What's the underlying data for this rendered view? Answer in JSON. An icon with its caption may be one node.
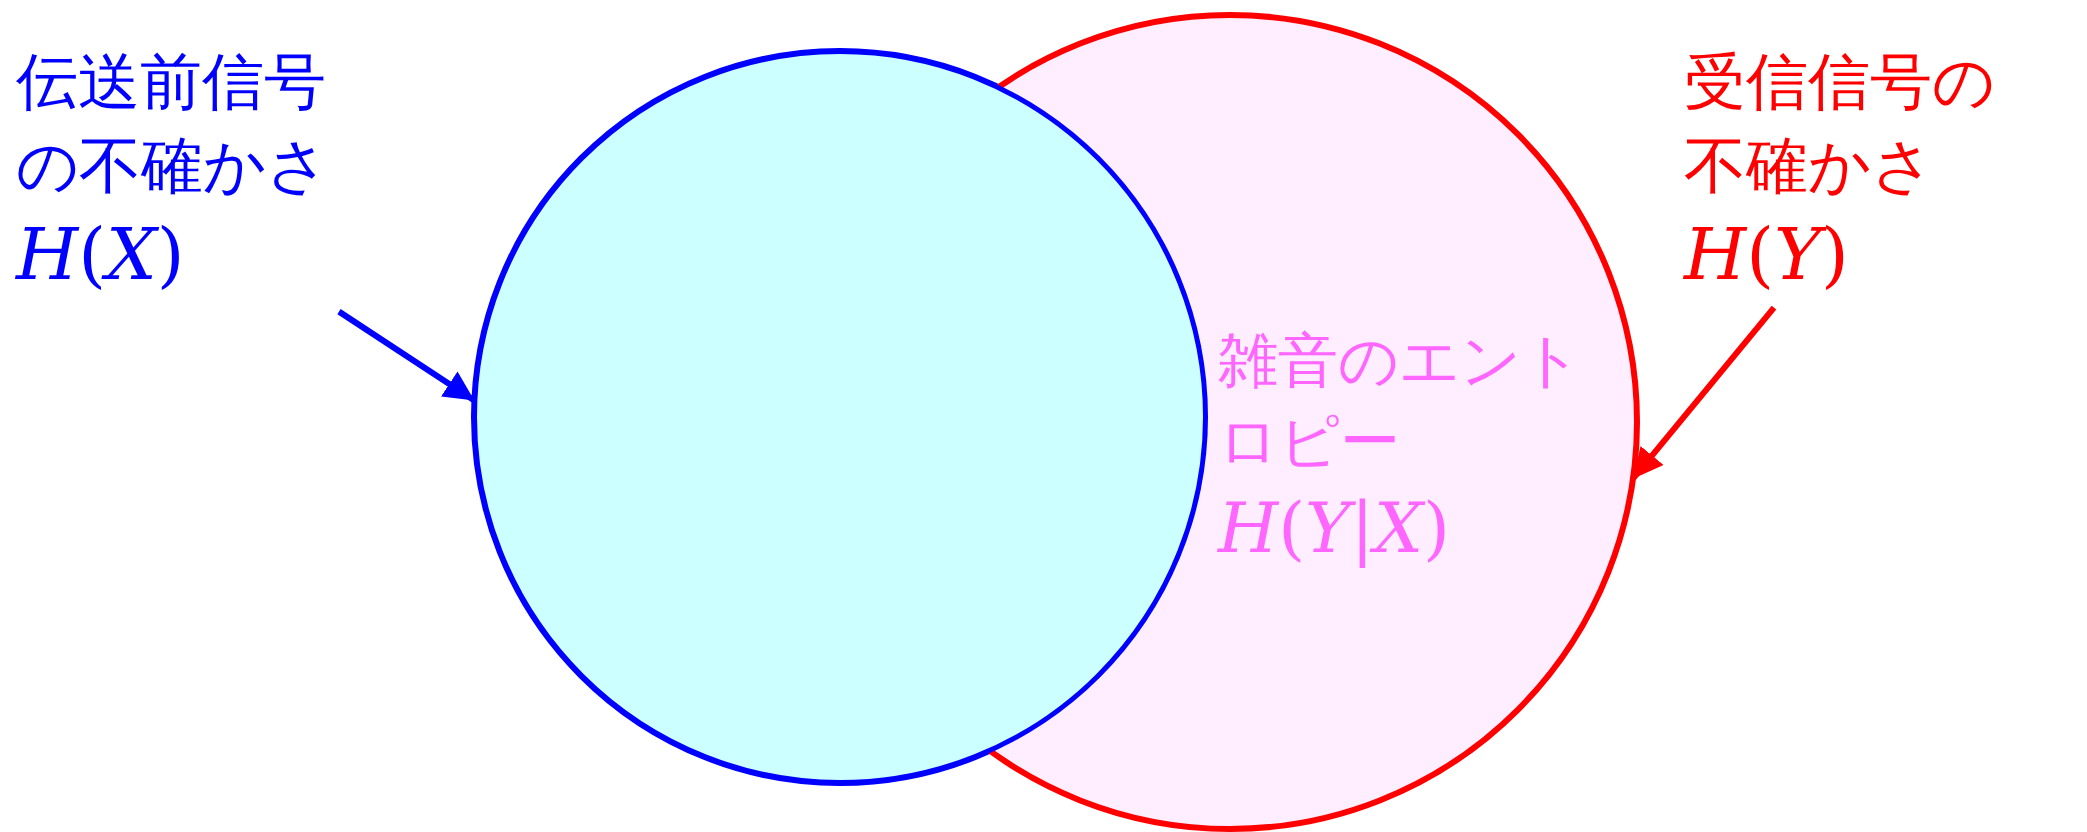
{
  "diagram": {
    "nodes": [
      {
        "text": [
          "伝送前信号の不確かさ",
          "*H*(*X*)"
        ]
      },
      {
        "text": [],
        "shape": "circle"
      },
      {
        "text": [
          "雑音のエントロピー",
          "*H*(*Y*|*X*)"
        ]
      },
      {
        "text": [
          "受信信号の不確かさ",
          "*H*(*Y*)"
        ]
      }
    ],
    "edges": [
      {
        "from": 0,
        "to": 1,
        "arrow": "to",
        "color": "#0000ff"
      },
      {
        "from": 3,
        "to": 2,
        "arrow": "to",
        "color": "#ff0000"
      }
    ]
  }
}
